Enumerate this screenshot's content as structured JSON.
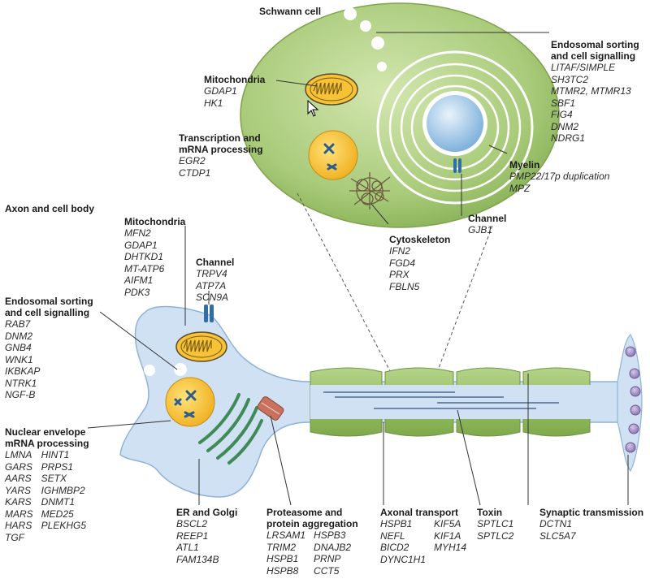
{
  "schwann_cell": {
    "title": "Schwann cell",
    "mitochondria": {
      "title": "Mitochondria",
      "genes": [
        "GDAP1",
        "HK1"
      ]
    },
    "transcription": {
      "title": [
        "Transcription and",
        "mRNA processing"
      ],
      "genes": [
        "EGR2",
        "CTDP1"
      ]
    },
    "endosomal": {
      "title": [
        "Endosomal sorting",
        "and cell signalling"
      ],
      "genes": [
        "LITAF/SIMPLE",
        "SH3TC2",
        "MTMR2, MTMR13",
        "SBF1",
        "FIG4",
        "DNM2",
        "NDRG1"
      ]
    },
    "myelin": {
      "title": "Myelin",
      "genes": [
        "PMP22/17p duplication",
        "MPZ"
      ]
    },
    "channel": {
      "title": "Channel",
      "genes": [
        "GJB1"
      ]
    },
    "cytoskeleton": {
      "title": "Cytoskeleton",
      "genes": [
        "IFN2",
        "FGD4",
        "PRX",
        "FBLN5"
      ]
    }
  },
  "axon": {
    "title": "Axon and cell body",
    "mitochondria": {
      "title": "Mitochondria",
      "genes": [
        "MFN2",
        "GDAP1",
        "DHTKD1",
        "MT-ATP6",
        "AIFM1",
        "PDK3"
      ]
    },
    "channel": {
      "title": "Channel",
      "genes": [
        "TRPV4",
        "ATP7A",
        "SCN9A"
      ]
    },
    "endosomal": {
      "title": [
        "Endosomal sorting",
        "and cell signalling"
      ],
      "genes": [
        "RAB7",
        "DNM2",
        "GNB4",
        "WNK1",
        "IKBKAP",
        "NTRK1",
        "NGF-B"
      ]
    },
    "nuclear": {
      "title": [
        "Nuclear envelope",
        "mRNA processing"
      ],
      "col1": [
        "LMNA",
        "GARS",
        "AARS",
        "YARS",
        "KARS",
        "MARS",
        "HARS",
        "TGF"
      ],
      "col2": [
        "HINT1",
        "PRPS1",
        "SETX",
        "IGHMBP2",
        "DNMT1",
        "MED25",
        "PLEKHG5"
      ]
    },
    "er_golgi": {
      "title": "ER and Golgi",
      "genes": [
        "BSCL2",
        "REEP1",
        "ATL1",
        "FAM134B"
      ]
    },
    "proteasome": {
      "title": [
        "Proteasome and",
        "protein aggregation"
      ],
      "col1": [
        "LRSAM1",
        "TRIM2",
        "HSPB1",
        "HSPB8"
      ],
      "col2": [
        "HSPB3",
        "DNAJB2",
        "PRNP",
        "CCT5"
      ]
    },
    "axonal_transport": {
      "title": "Axonal transport",
      "col1": [
        "HSPB1",
        "NEFL",
        "BICD2",
        "DYNC1H1"
      ],
      "col2": [
        "KIF5A",
        "KIF1A",
        "MYH14"
      ]
    },
    "toxin": {
      "title": "Toxin",
      "genes": [
        "SPTLC1",
        "SPTLC2"
      ]
    },
    "synaptic": {
      "title": "Synaptic transmission",
      "genes": [
        "DCTN1",
        "SLC5A7"
      ]
    }
  },
  "colors": {
    "schwann_fill": "#9dc46a",
    "neuron_fill": "#cfe1f2",
    "nucleus_fill": "#f6c236",
    "myelin_fill": "#8fb85a",
    "er_fill": "#3f8a57",
    "proteasome_fill": "#c9715f",
    "synapse_fill": "#a690c4"
  }
}
